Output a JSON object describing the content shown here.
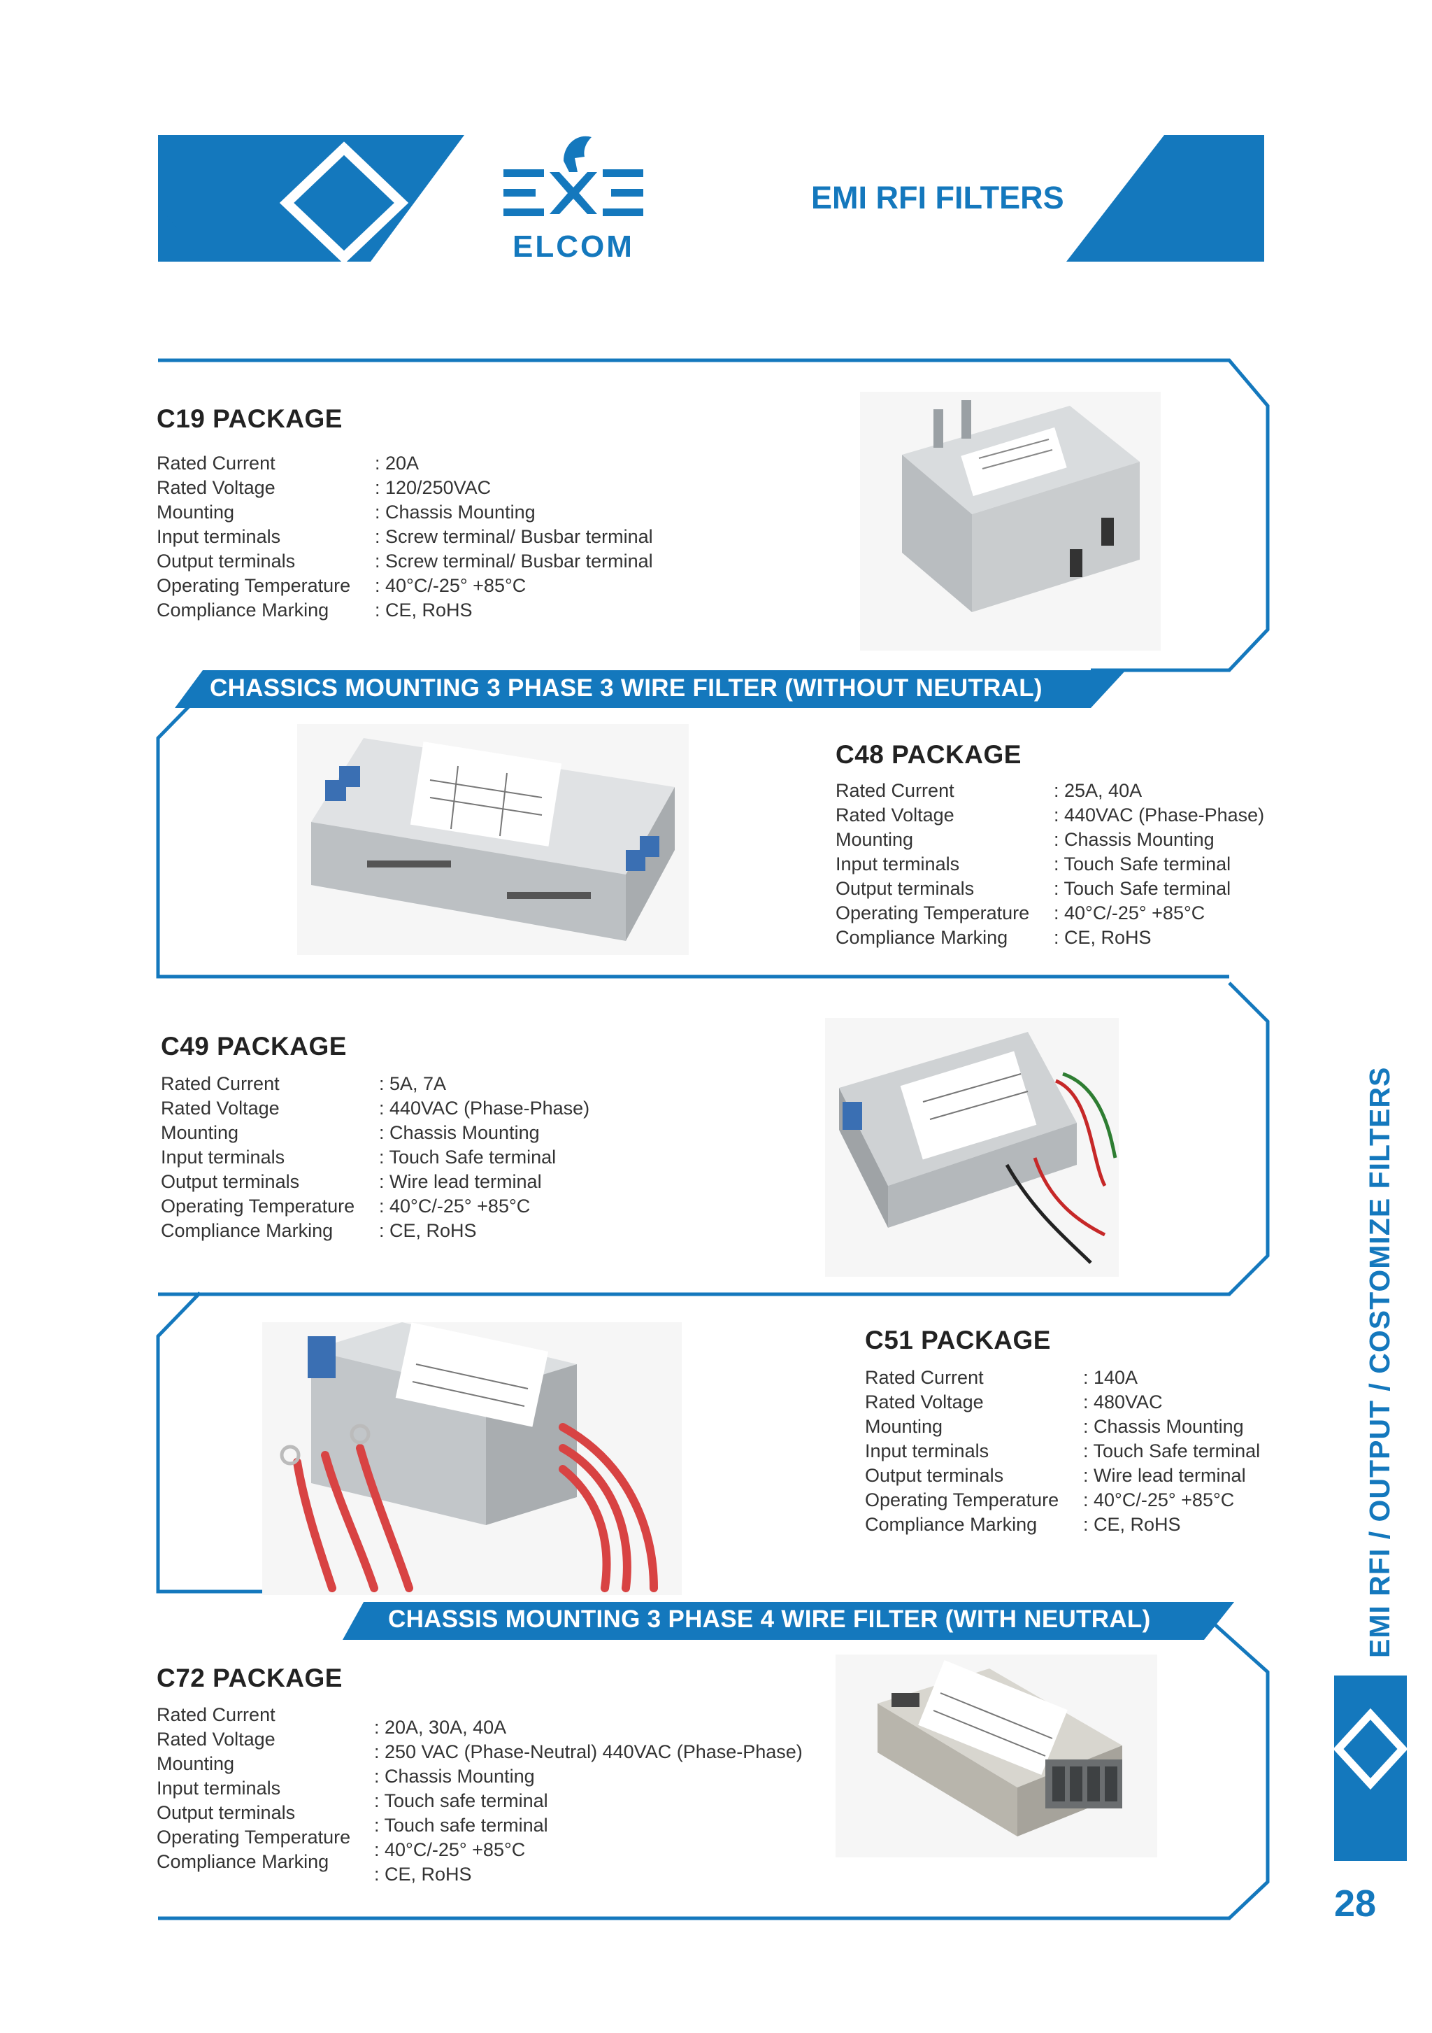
{
  "header": {
    "brand_name": "ELCOM",
    "page_heading": "EMI RFI FILTERS"
  },
  "banners": {
    "three_wire": "CHASSICS MOUNTING 3 PHASE 3 WIRE FILTER (WITHOUT NEUTRAL)",
    "four_wire": "CHASSIS MOUNTING 3 PHASE 4 WIRE FILTER (WITH NEUTRAL)"
  },
  "packages": [
    {
      "title": "C19 PACKAGE",
      "specs": [
        {
          "label": "Rated Current",
          "value": ": 20A"
        },
        {
          "label": "Rated Voltage",
          "value": ": 120/250VAC"
        },
        {
          "label": "Mounting",
          "value": ": Chassis Mounting"
        },
        {
          "label": "Input terminals",
          "value": ": Screw terminal/ Busbar terminal"
        },
        {
          "label": "Output terminals",
          "value": ": Screw terminal/ Busbar terminal"
        },
        {
          "label": "Operating Temperature",
          "value": ": 40°C/-25° +85°C"
        },
        {
          "label": "Compliance Marking",
          "value": ": CE, RoHS"
        }
      ]
    },
    {
      "title": "C48 PACKAGE",
      "specs": [
        {
          "label": "Rated Current",
          "value": ": 25A, 40A"
        },
        {
          "label": "Rated Voltage",
          "value": ": 440VAC (Phase-Phase)"
        },
        {
          "label": "Mounting",
          "value": ": Chassis Mounting"
        },
        {
          "label": "Input terminals",
          "value": ": Touch Safe terminal"
        },
        {
          "label": "Output terminals",
          "value": ": Touch Safe terminal"
        },
        {
          "label": "Operating Temperature",
          "value": ": 40°C/-25° +85°C"
        },
        {
          "label": "Compliance Marking",
          "value": ": CE, RoHS"
        }
      ]
    },
    {
      "title": "C49 PACKAGE",
      "specs": [
        {
          "label": "Rated Current",
          "value": ": 5A, 7A"
        },
        {
          "label": "Rated Voltage",
          "value": ": 440VAC (Phase-Phase)"
        },
        {
          "label": "Mounting",
          "value": ": Chassis Mounting"
        },
        {
          "label": "Input terminals",
          "value": ": Touch Safe terminal"
        },
        {
          "label": "Output terminals",
          "value": ": Wire lead terminal"
        },
        {
          "label": "Operating Temperature",
          "value": ": 40°C/-25° +85°C"
        },
        {
          "label": "Compliance Marking",
          "value": ": CE, RoHS"
        }
      ]
    },
    {
      "title": "C51 PACKAGE",
      "specs": [
        {
          "label": "Rated Current",
          "value": ": 140A"
        },
        {
          "label": "Rated Voltage",
          "value": ": 480VAC"
        },
        {
          "label": "Mounting",
          "value": ": Chassis Mounting"
        },
        {
          "label": "Input terminals",
          "value": ": Touch Safe terminal"
        },
        {
          "label": "Output terminals",
          "value": ": Wire lead terminal"
        },
        {
          "label": "Operating Temperature",
          "value": ": 40°C/-25° +85°C"
        },
        {
          "label": "Compliance Marking",
          "value": ": CE, RoHS"
        }
      ]
    },
    {
      "title": "C72 PACKAGE",
      "labels": [
        "Rated Current",
        "Rated Voltage",
        "Mounting",
        "Input terminals",
        "Output terminals",
        "Operating Temperature",
        "Compliance Marking"
      ],
      "values": [
        ": 20A, 30A, 40A",
        ": 250 VAC (Phase-Neutral) 440VAC (Phase-Phase)",
        ": Chassis Mounting",
        ": Touch safe terminal",
        ": Touch safe terminal",
        ": 40°C/-25° +85°C",
        ": CE, RoHS"
      ]
    }
  ],
  "sidebar": {
    "vertical_text": "EMI RFI  / OUTPUT / COSTOMIZE FILTERS",
    "page_number": "28"
  },
  "colors": {
    "brand_blue": "#1478bd",
    "text_dark": "#2b2b2b"
  }
}
